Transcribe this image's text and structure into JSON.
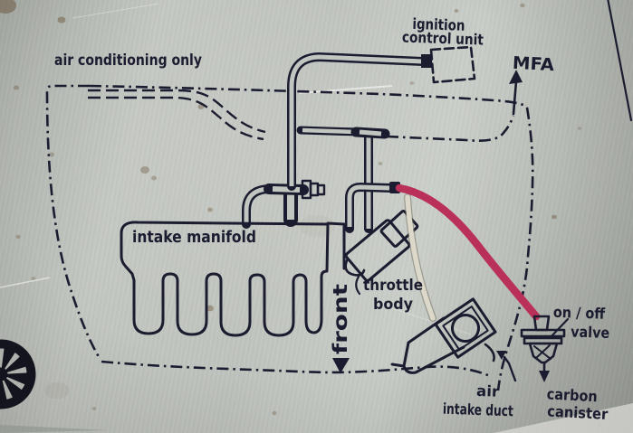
{
  "diagram": {
    "type": "vacuum-hose-routing-diagram",
    "surface": "photographed metal plate with scratches and stains",
    "labels": {
      "ac_only": "air conditioning only",
      "icu_line1": "ignition",
      "icu_line2": "control unit",
      "mfa": "MFA",
      "intake_manifold": "intake manifold",
      "front": "front",
      "throttle_line1": "throttle",
      "throttle_line2": "body",
      "air_duct_line1": "air",
      "air_duct_line2": "intake duct",
      "valve_line1": "on / off",
      "valve_line2": "valve",
      "canister_line1": "carbon",
      "canister_line2": "canister"
    },
    "colors": {
      "ink": "#1c1c30",
      "plate": "#bcc0ba",
      "pink_hose": "#b93059",
      "white_hose": "#dcd8ca"
    },
    "icons": [
      "wheel-icon",
      "mfa-up-arrow",
      "front-down-arrow",
      "canister-down-arrow",
      "duct-left-arrow"
    ]
  }
}
